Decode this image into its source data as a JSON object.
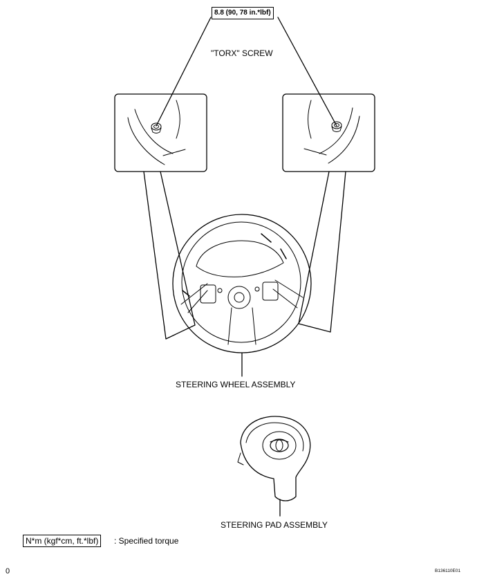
{
  "callouts": {
    "torque_value": "8.8 (90, 78 in.*lbf)",
    "screw_type": "\"TORX\" SCREW"
  },
  "components": {
    "steering_wheel": "STEERING WHEEL ASSEMBLY",
    "steering_pad": "STEERING PAD ASSEMBLY"
  },
  "legend": {
    "unit_box": "N*m (kgf*cm, ft.*lbf)",
    "description": ": Specified torque"
  },
  "footer": {
    "page_mark": "0",
    "figure_code": "B136110E01"
  },
  "colors": {
    "ink": "#000000",
    "background": "#ffffff"
  }
}
